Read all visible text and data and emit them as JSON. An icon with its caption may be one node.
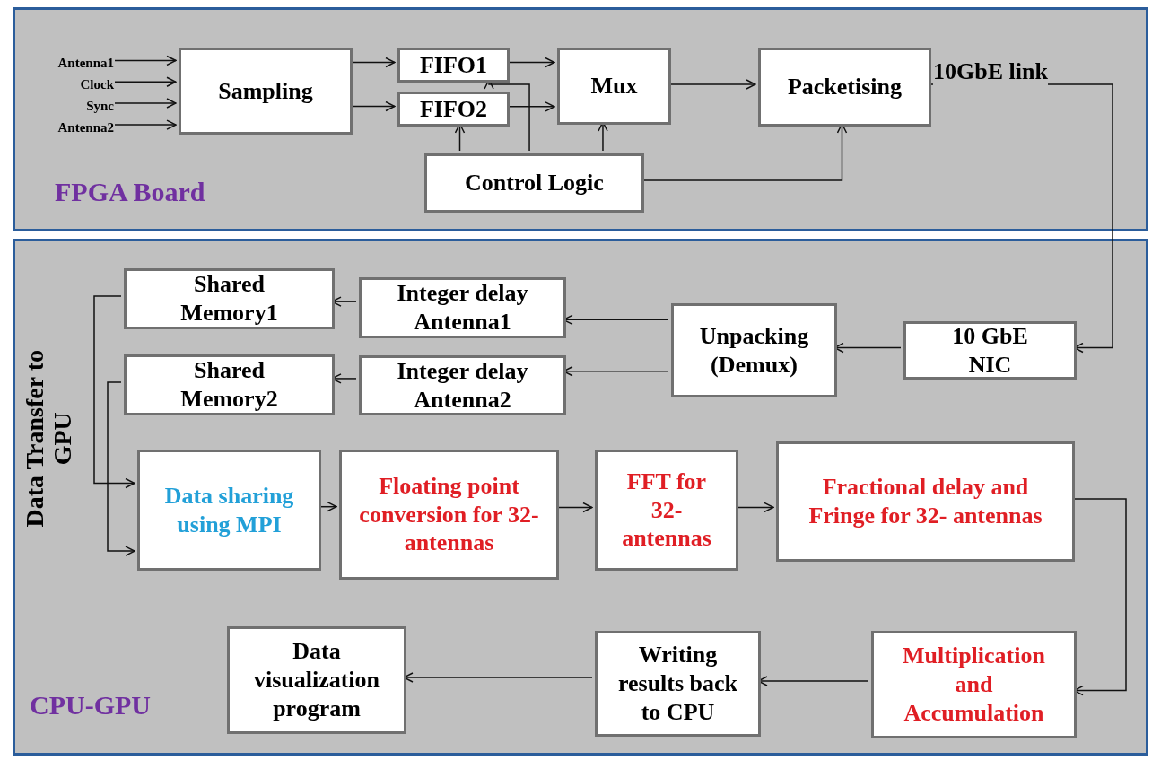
{
  "diagram": {
    "nodes": [
      {
        "text": [
          "FPGA Board"
        ]
      },
      {
        "text": [
          "Antenna1"
        ],
        "in": 0
      },
      {
        "text": [
          "Clock"
        ],
        "in": 0
      },
      {
        "text": [
          "Sync"
        ],
        "in": 0
      },
      {
        "text": [
          "Antenna2"
        ],
        "in": 0
      },
      {
        "text": [
          "Sampling"
        ],
        "in": 0
      },
      {
        "text": [
          "FIFO1"
        ],
        "in": 0
      },
      {
        "text": [
          "FIFO2"
        ],
        "in": 0
      },
      {
        "text": [
          "Mux"
        ],
        "in": 0
      },
      {
        "text": [
          "Packetising"
        ],
        "in": 0
      },
      {
        "text": [
          "Control Logic"
        ],
        "in": 0
      },
      {
        "text": [
          "CPU-GPU"
        ]
      },
      {
        "text": [
          "10 GbE NIC"
        ],
        "in": 11
      },
      {
        "text": [
          "Unpacking (Demux)"
        ],
        "in": 11
      },
      {
        "text": [
          "Integer delay Antenna1"
        ],
        "in": 11
      },
      {
        "text": [
          "Integer delay Antenna2"
        ],
        "in": 11
      },
      {
        "text": [
          "Shared Memory1"
        ],
        "in": 11
      },
      {
        "text": [
          "Shared Memory2"
        ],
        "in": 11
      },
      {
        "text": [
          "Data sharing using MPI"
        ],
        "in": 11
      },
      {
        "text": [
          "Floating point conversion for 32-antennas"
        ],
        "in": 11
      },
      {
        "text": [
          "FFT for 32- antennas"
        ],
        "in": 11
      },
      {
        "text": [
          "Fractional delay and Fringe for 32- antennas"
        ],
        "in": 11
      },
      {
        "text": [
          "Multiplication and Accumulation"
        ],
        "in": 11
      },
      {
        "text": [
          "Writing results back to CPU"
        ],
        "in": 11
      },
      {
        "text": [
          "Data visualization program"
        ],
        "in": 11
      }
    ],
    "edges": [
      {
        "from": 1,
        "to": 5,
        "arrow": "to"
      },
      {
        "from": 2,
        "to": 5,
        "arrow": "to"
      },
      {
        "from": 3,
        "to": 5,
        "arrow": "to"
      },
      {
        "from": 4,
        "to": 5,
        "arrow": "to"
      },
      {
        "from": 5,
        "to": 6,
        "arrow": "to"
      },
      {
        "from": 5,
        "to": 7,
        "arrow": "to"
      },
      {
        "from": 6,
        "to": 8,
        "arrow": "to"
      },
      {
        "from": 7,
        "to": 8,
        "arrow": "to"
      },
      {
        "from": 10,
        "to": 7,
        "arrow": "to"
      },
      {
        "from": 10,
        "to": 6,
        "arrow": "to"
      },
      {
        "from": 10,
        "to": 8,
        "arrow": "to"
      },
      {
        "from": 8,
        "to": 9,
        "arrow": "to"
      },
      {
        "from": 10,
        "to": 9,
        "arrow": "to"
      },
      {
        "from": 9,
        "to": 12,
        "label": "10GbE link",
        "arrow": "to"
      },
      {
        "from": 12,
        "to": 13,
        "arrow": "to"
      },
      {
        "from": 13,
        "to": 14,
        "arrow": "to"
      },
      {
        "from": 13,
        "to": 15,
        "arrow": "to"
      },
      {
        "from": 14,
        "to": 16,
        "arrow": "to"
      },
      {
        "from": 15,
        "to": 17,
        "arrow": "to"
      },
      {
        "from": 16,
        "to": 18,
        "arrow": "to"
      },
      {
        "from": 17,
        "to": 18,
        "arrow": "to"
      },
      {
        "from": 18,
        "to": 19,
        "arrow": "to"
      },
      {
        "from": 19,
        "to": 20,
        "arrow": "to"
      },
      {
        "from": 20,
        "to": 21,
        "arrow": "to"
      },
      {
        "from": 21,
        "to": 22,
        "arrow": "to"
      },
      {
        "from": 22,
        "to": 23,
        "arrow": "to"
      },
      {
        "from": 23,
        "to": 24,
        "arrow": "to"
      }
    ],
    "labels": [
      "Data Transfer to GPU"
    ]
  }
}
